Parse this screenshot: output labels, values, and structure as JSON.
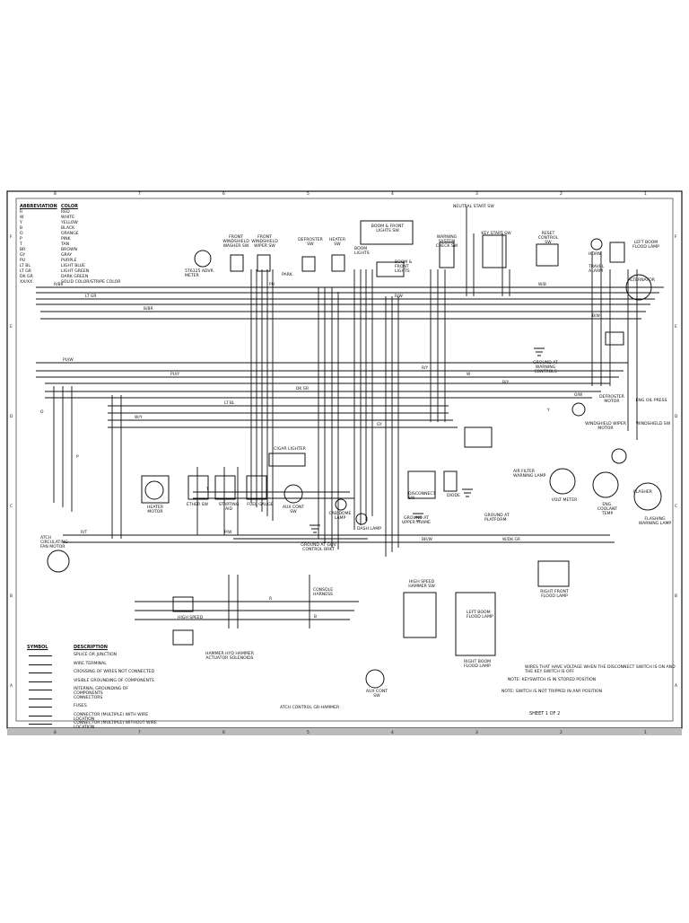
{
  "sheet": {
    "sheet_label": "SHEET 1 OF 2",
    "border_columns_top": [
      "8",
      "7",
      "6",
      "5",
      "4",
      "3",
      "2",
      "1"
    ],
    "border_rows_side": [
      "F",
      "E",
      "D",
      "C",
      "B",
      "A"
    ]
  },
  "abbreviation_table": {
    "header_abbrev": "ABBREVIATION",
    "header_color": "COLOR",
    "rows": [
      {
        "abbrev": "R",
        "color": "RED"
      },
      {
        "abbrev": "W",
        "color": "WHITE"
      },
      {
        "abbrev": "Y",
        "color": "YELLOW"
      },
      {
        "abbrev": "B",
        "color": "BLACK"
      },
      {
        "abbrev": "O",
        "color": "ORANGE"
      },
      {
        "abbrev": "P",
        "color": "PINK"
      },
      {
        "abbrev": "T",
        "color": "TAN"
      },
      {
        "abbrev": "BR",
        "color": "BROWN"
      },
      {
        "abbrev": "GY",
        "color": "GRAY"
      },
      {
        "abbrev": "PU",
        "color": "PURPLE"
      },
      {
        "abbrev": "LT BL",
        "color": "LIGHT BLUE"
      },
      {
        "abbrev": "LT GR",
        "color": "LIGHT GREEN"
      },
      {
        "abbrev": "DK GR",
        "color": "DARK GREEN"
      },
      {
        "abbrev": "XX/XX",
        "color": "SOLID COLOR/STRIPE COLOR"
      }
    ]
  },
  "symbol_table": {
    "header_symbol": "SYMBOL",
    "header_desc": "DESCRIPTION",
    "rows": [
      "SPLICE OR JUNCTION",
      "WIRE TERMINAL",
      "CROSSING OF WIRES NOT CONNECTED",
      "VISIBLE GROUNDING OF COMPONENTS",
      "INTERNAL GROUNDING OF COMPONENTS",
      "CONNECTORS",
      "FUSES",
      "CONNECTOR (MULTIPLE) WITH WIRE LOCATION",
      "CONNECTOR (MULTIPLE) WITHOUT WIRE LOCATION"
    ]
  },
  "components": {
    "wiper_washer": "5T6325 ADVR. METER",
    "front_wash_sw": "FRONT WINDSHIELD WASHER SW",
    "front_wiper_sw": "FRONT WINDSHIELD WIPER SW",
    "park": "PARK",
    "defroster_sw": "DEFROSTER SW",
    "heater_sw": "HEATER SW",
    "boom_lights": "BOOM LIGHTS",
    "boom_front_sw": "BOOM & FRONT LIGHTS SW",
    "boom_front_lights": "BOOM & FRONT LIGHTS",
    "warning_sys": "WARNING SYSTEM CHECK SW",
    "key_start": "KEY START SW",
    "reset_sw": "RESET CONTROL SW",
    "neutral_start": "NEUTRAL START SW",
    "horn": "HORN",
    "travel_alarm": "TRAVEL ALARM",
    "left_boom_lamp_top": "LEFT BOOM FLOOD LAMP",
    "ground_warning": "GROUND AT WARNING CONTROLS",
    "defroster_motor": "DEFROSTER MOTOR",
    "windshield_wiper_motor": "WINDSHIELD WIPER MOTOR",
    "windshield_sw": "WINDSHIELD SW",
    "alternator": "ALTERNATOR",
    "fuel_gauge": "FUEL GAUGE",
    "heater_motor": "HEATER MOTOR",
    "cigar_lighter": "CIGAR LIGHTER",
    "ether_sw": "ETHER SW",
    "starting_aid": "STARTING AID",
    "aux_cont_sw": "AUX CONT SW",
    "cab_dome_lamp": "CAB DOME LAMP",
    "dash_lamp": "DASH LAMP",
    "disconnect_sw": "DISCONNECT SW",
    "diode": "DIODE",
    "ground_upper_frame": "GROUND AT UPPER FRAME",
    "ground_platform": "GROUND AT PLATFORM",
    "air_filter": "AIR FILTER WARNING LAMP",
    "volt_meter": "VOLT METER",
    "coolant_temp": "ENG. COOLANT TEMP",
    "flasher": "FLASHER",
    "flashing_lamp": "FLASHING WARNING LAMP",
    "engine_oil": "ENG OIL PRESS",
    "ground_gov": "GROUND AT GOV CONTROL BRKT",
    "fan_motor": "ATCH CIRCULATING FAN MOTOR",
    "right_front_flood": "RIGHT FRONT FLOOD LAMP",
    "left_boom_flood": "LEFT BOOM FLOOD LAMP",
    "right_boom_flood": "RIGHT BOOM FLOOD LAMP",
    "high_speed_hammer": "HIGH SPEED HAMMER SW",
    "hammer_actuator": "HAMMER HYD HAMMER ACTUATOR SOLENOIDS",
    "aux_cont_sw_bottom": "AUX CONT SW",
    "atch_controls": "ATCH CONTROL GR-HAMMER",
    "high_speed": "HIGH SPEED",
    "console_harness": "CONSOLE HARNESS"
  },
  "notes": {
    "voltage_note": "WIRES THAT HAVE VOLTAGE WHEN THE DISCONNECT SWITCH IS ON AND THE KEY SWITCH IS OFF.",
    "stored_note": "NOTE: KEYSWITCH IS IN STORED POSITION",
    "switch_note": "NOTE: SWITCH IS NOT TRIPPED IN ANY POSITION"
  },
  "wire_labels": [
    "R/BR",
    "LT GR",
    "B/BR",
    "PU",
    "R/W",
    "W/B",
    "B/W",
    "PU/W",
    "PU/Y",
    "DK GR",
    "R/Y",
    "B/Y",
    "O/W",
    "W/Y",
    "LT BL",
    "GY",
    "R/T",
    "P/W",
    "BR/W",
    "W/DK GR",
    "T",
    "R",
    "B",
    "W",
    "Y",
    "O",
    "P"
  ],
  "colors": {
    "ink": "#111111",
    "paper": "#ffffff"
  }
}
